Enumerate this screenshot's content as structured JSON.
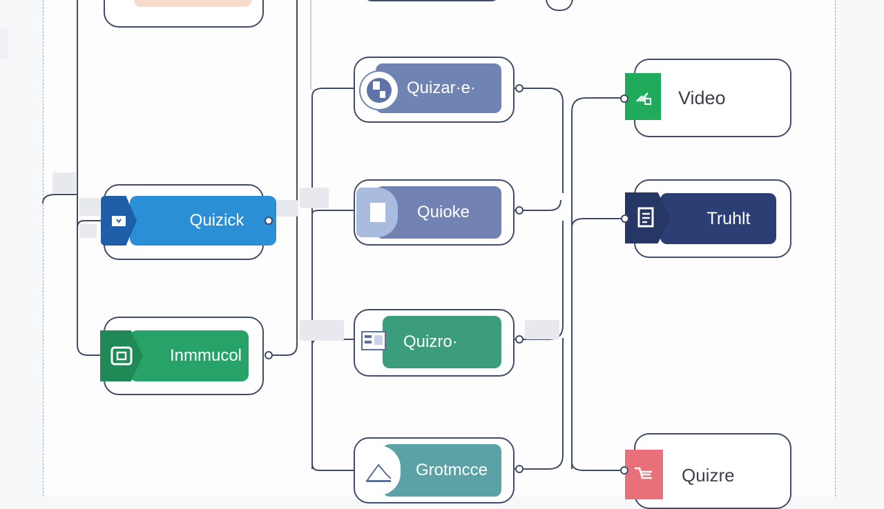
{
  "nodes": {
    "top_left": {
      "label": ""
    },
    "quiztick": {
      "label": "Quizick",
      "color": "#2b8fd6",
      "tab_color": "#1f5ea8"
    },
    "immmucol": {
      "label": "Inmmucol",
      "color": "#27a36a",
      "tab_color": "#1f8a56"
    },
    "quizrae": {
      "label": "Quizar·e·",
      "color": "#6f84b2"
    },
    "quioke": {
      "label": "Quioke",
      "color": "#7283b3"
    },
    "quizro": {
      "label": "Quizro·",
      "color": "#3c9d7c"
    },
    "grotmcce": {
      "label": "Grotmcce",
      "color": "#5aa2a6"
    },
    "video": {
      "label": "Video",
      "tab_color": "#1faa5c"
    },
    "truhl": {
      "label": "Truhlt",
      "color": "#2b3f74",
      "tab_color": "#263766"
    },
    "quizre": {
      "label": "Quizre",
      "tab_color": "#e8707a"
    }
  },
  "colors": {
    "wire": "#3e4a68",
    "node_border": "#3e4a68"
  }
}
